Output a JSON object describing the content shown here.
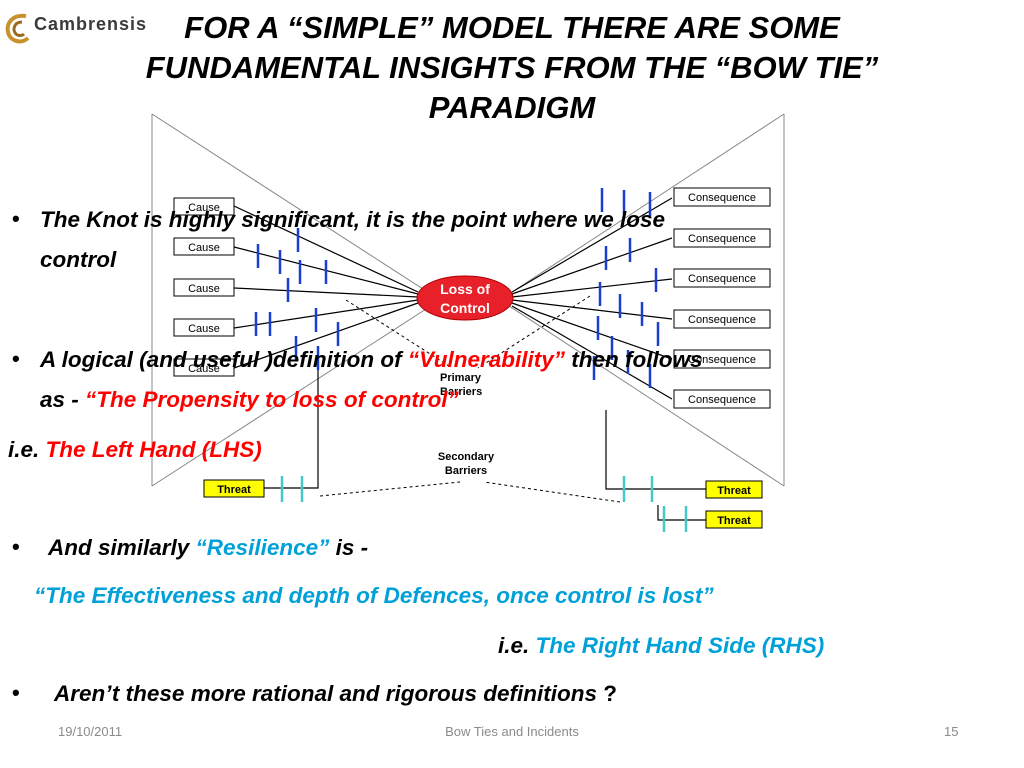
{
  "logo": {
    "text": "Cambrensis",
    "icon": "swirl-logo-icon"
  },
  "title": {
    "line1": "FOR A “SIMPLE” MODEL THERE ARE SOME",
    "line2": "FUNDAMENTAL INSIGHTS FROM THE “BOW TIE”",
    "line3": "PARADIGM"
  },
  "diagram": {
    "cause_label": "Cause",
    "consequence_label": "Consequence",
    "threat_label": "Threat",
    "knot_line1": "Loss of",
    "knot_line2": "Control",
    "primary_line1": "Primary",
    "primary_line2": "Barriers",
    "secondary_line1": "Secondary",
    "secondary_line2": "Barriers",
    "colors": {
      "knot": "#e8202a",
      "threat": "#ffff00",
      "barrier": "#1a3fd0",
      "secondary_barrier": "#44c8c8"
    }
  },
  "bullets": {
    "b1_line1": "The Knot is highly significant, it is the point  where we lose",
    "b1_line2": "control",
    "b2_pre": "A logical (and useful )definition of ",
    "b2_red": "“Vulnerability”",
    "b2_post": " then follows",
    "b2_line2_pre": "as  - ",
    "b2_line2_red": "“The Propensity to loss of control”",
    "ie1_pre": "i.e. ",
    "ie1_red": "The Left Hand (LHS)",
    "b3_pre": "And similarly ",
    "b3_teal": "“Resilience”",
    "b3_post": " is -",
    "b3_line2": "“The Effectiveness and depth of   Defences, once control is lost”",
    "ie2_pre": "i.e. ",
    "ie2_teal": "The Right Hand Side (RHS)",
    "b4_text": "Aren’t  these more rational and  rigorous definitions",
    "b4_post": " ?"
  },
  "footer": {
    "date": "19/10/2011",
    "center": "Bow Ties and Incidents",
    "page": "15"
  }
}
